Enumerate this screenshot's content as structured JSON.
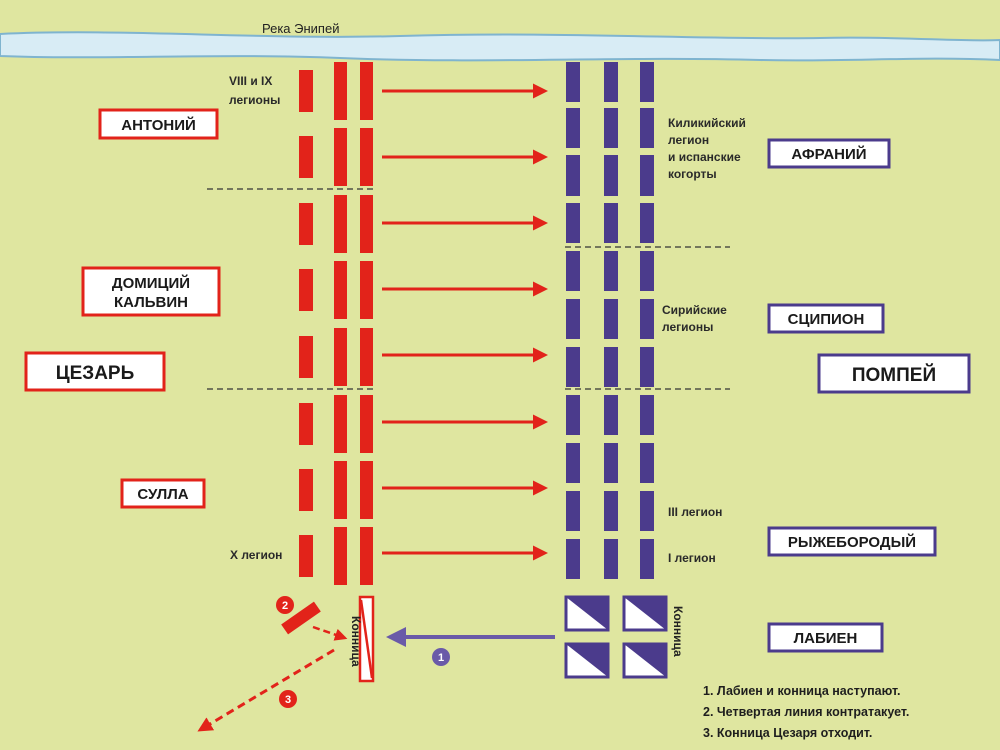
{
  "river": {
    "label": "Река Энипей"
  },
  "caesar_side": {
    "commander": "ЦЕЗАРЬ",
    "wing_left": "АНТОНИЙ",
    "center": "ДОМИЦИЙ КАЛЬВИН",
    "center_line1": "ДОМИЦИЙ",
    "center_line2": "КАЛЬВИН",
    "wing_right": "СУЛЛА",
    "legion_top_line1": "VIII и IX",
    "legion_top_line2": "легионы",
    "legion_bottom": "X легион",
    "cavalry": "Конница"
  },
  "pompey_side": {
    "commander": "ПОМПЕЙ",
    "wing_right": "АФРАНИЙ",
    "center": "СЦИПИОН",
    "wing_left": "РЫЖЕБОРОДЫЙ",
    "cavalry_commander": "ЛАБИЕН",
    "legions_top_line1": "Киликийский",
    "legions_top_line2": "легион",
    "legions_top_line3": "и испанские",
    "legions_top_line4": "когорты",
    "legions_center_line1": "Сирийские",
    "legions_center_line2": "легионы",
    "legion_iii": "III легион",
    "legion_i": "I легион",
    "cavalry": "Конница"
  },
  "markers": [
    "1",
    "2",
    "3"
  ],
  "legend": [
    "1. Лабиен и конница наступают.",
    "2. Четвертая линия контратакует.",
    "3. Конница Цезаря отходит."
  ],
  "colors": {
    "caesar": "#e2231a",
    "pompey": "#4b3b8c",
    "background": "#dfe6a0",
    "river": "#d8ecf5"
  }
}
